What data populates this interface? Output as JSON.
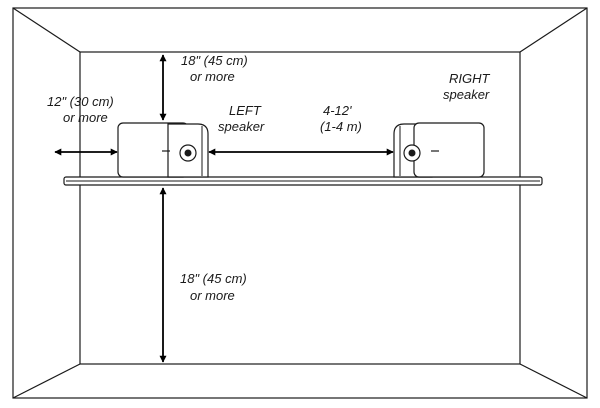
{
  "labels": {
    "top_clearance_line1": "18\" (45 cm)",
    "top_clearance_line2": "or more",
    "side_clearance_line1": "12\" (30 cm)",
    "side_clearance_line2": "or more",
    "left_speaker_line1": "LEFT",
    "left_speaker_line2": "speaker",
    "spacing_line1": "4-12'",
    "spacing_line2": "(1-4 m)",
    "right_speaker_line1": "RIGHT",
    "right_speaker_line2": "speaker",
    "bottom_clearance_line1": "18\" (45 cm)",
    "bottom_clearance_line2": "or more"
  }
}
